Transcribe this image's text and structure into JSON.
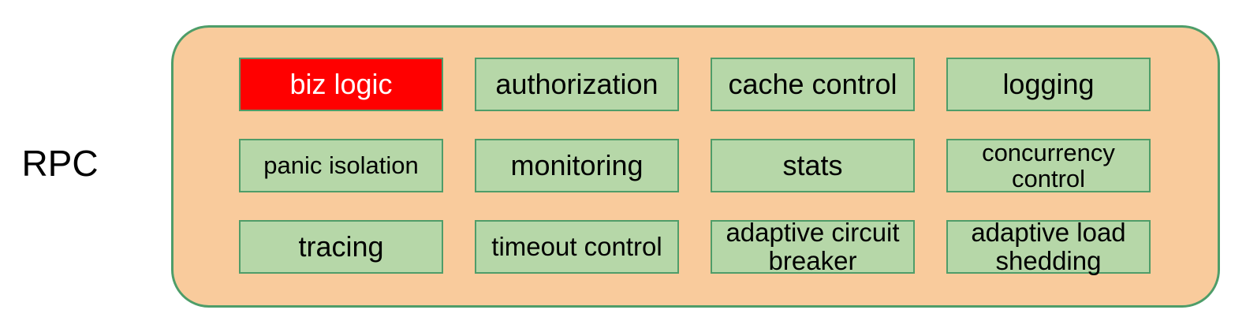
{
  "diagram": {
    "label": "RPC",
    "colors": {
      "container_fill": "#F9CB9C",
      "container_border": "#4E9D69",
      "box_fill": "#B6D7A8",
      "box_border": "#4F9D69",
      "highlight_fill": "#FF0000",
      "highlight_text": "#FFFFFF",
      "label_text": "#000000"
    },
    "boxes": [
      {
        "label": "biz logic",
        "highlighted": true
      },
      {
        "label": "authorization",
        "highlighted": false
      },
      {
        "label": "cache control",
        "highlighted": false
      },
      {
        "label": "logging",
        "highlighted": false
      },
      {
        "label": "panic isolation",
        "highlighted": false
      },
      {
        "label": "monitoring",
        "highlighted": false
      },
      {
        "label": "stats",
        "highlighted": false
      },
      {
        "label": "concurrency control",
        "highlighted": false
      },
      {
        "label": "tracing",
        "highlighted": false
      },
      {
        "label": "timeout control",
        "highlighted": false
      },
      {
        "label": "adaptive circuit breaker",
        "highlighted": false
      },
      {
        "label": "adaptive load shedding",
        "highlighted": false
      }
    ]
  }
}
